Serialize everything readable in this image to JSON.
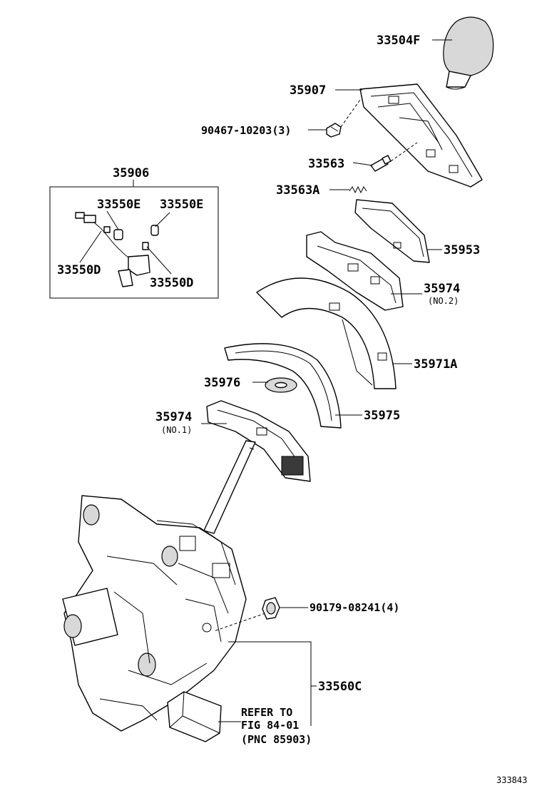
{
  "labels": {
    "knob": "33504F",
    "housing_upper": "35907",
    "screw": "90467-10203(3)",
    "pin": "33563",
    "spring": "33563A",
    "bulb_assy": "35906",
    "bulb_e_1": "33550E",
    "bulb_e_2": "33550E",
    "bulb_d_1": "33550D",
    "bulb_d_2": "33550D",
    "plate_35953": "35953",
    "cover_no2": "35974",
    "cover_no2_note": "(NO.2)",
    "plate_35971a": "35971A",
    "washer": "35976",
    "slide_plate": "35975",
    "cover_no1": "35974",
    "cover_no1_note": "(NO.1)",
    "bolt": "90179-08241(4)",
    "base_assy": "33560C"
  },
  "refer_note": {
    "line1": "REFER TO",
    "line2": "FIG 84-01",
    "line3": "(PNC 85903)"
  },
  "figure_number": "333843"
}
